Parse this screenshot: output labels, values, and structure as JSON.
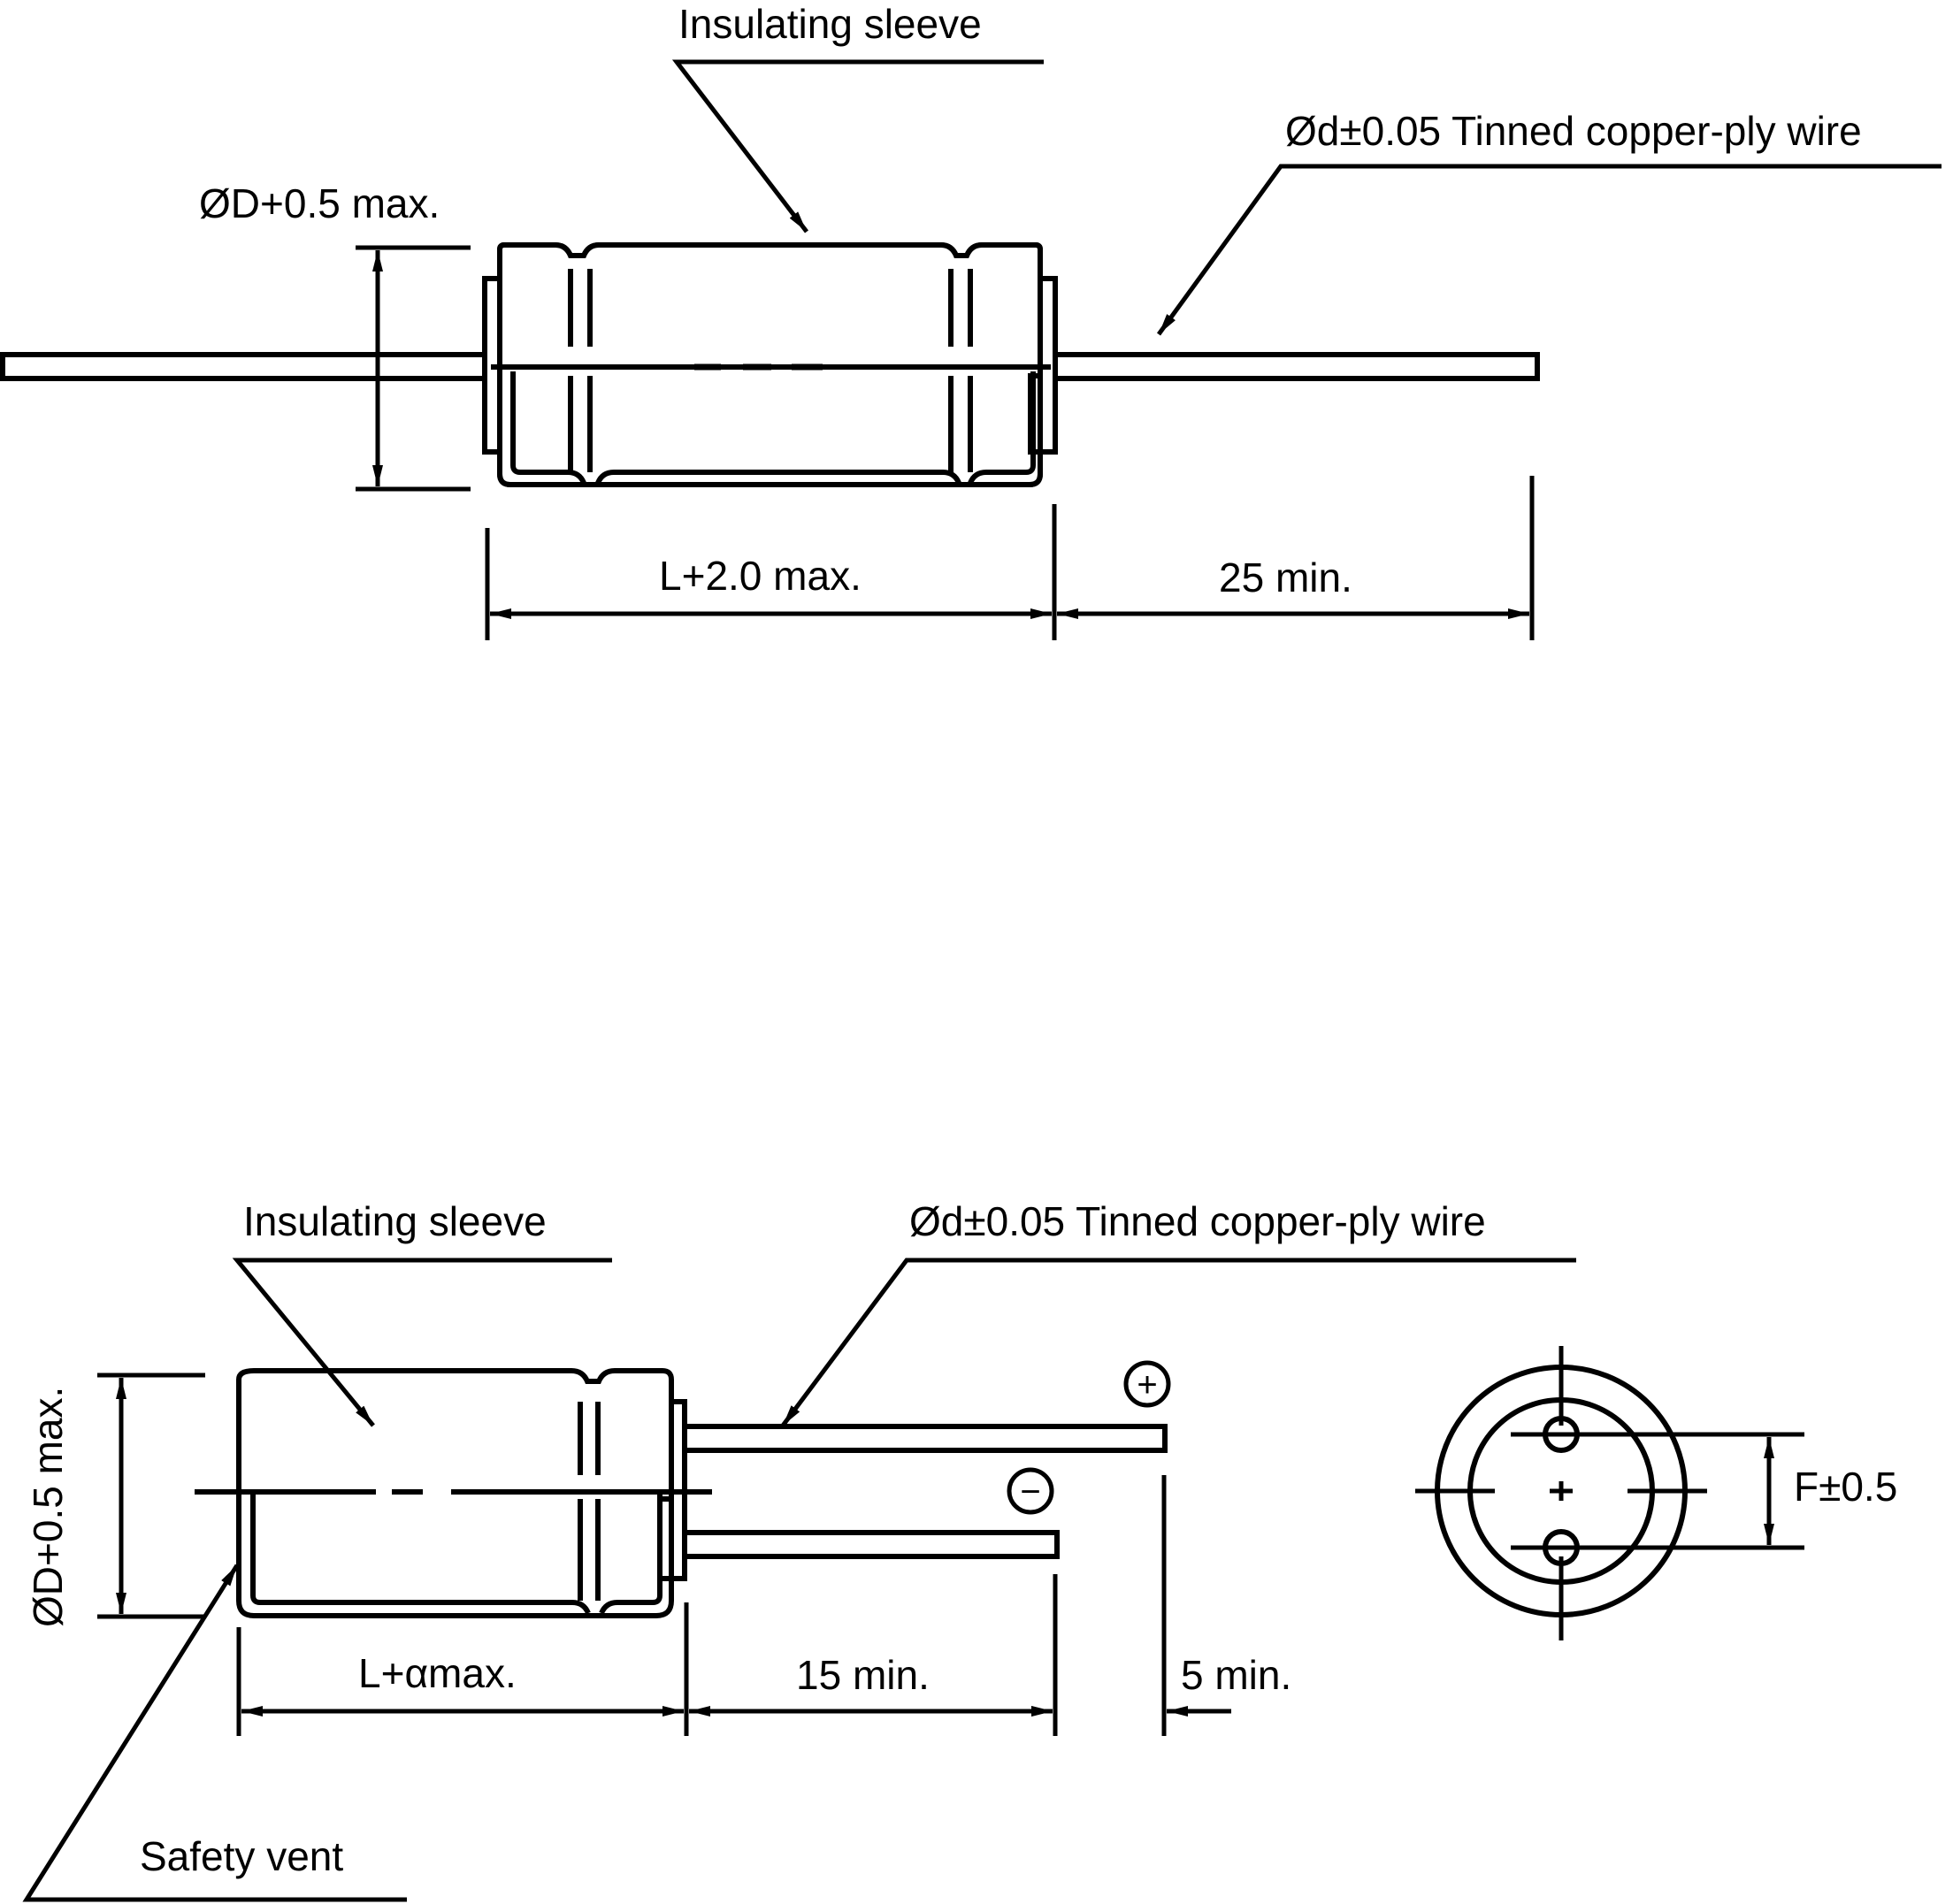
{
  "axial": {
    "sleeve_label": "Insulating sleeve",
    "wire_label": "Ød±0.05 Tinned copper-ply wire",
    "diameter_label": "ØD+0.5 max.",
    "length_label": "L+2.0 max.",
    "lead_label": "25 min."
  },
  "radial": {
    "sleeve_label": "Insulating sleeve",
    "wire_label": "Ød±0.05 Tinned copper-ply wire",
    "diameter_label": "ØD+0.5 max.",
    "length_label": "L+αmax.",
    "lead_label": "15 min.",
    "lead_diff_label": "5 min.",
    "vent_label": "Safety vent",
    "plus_symbol": "+",
    "minus_symbol": "−",
    "pitch_label": "F±0.5"
  }
}
